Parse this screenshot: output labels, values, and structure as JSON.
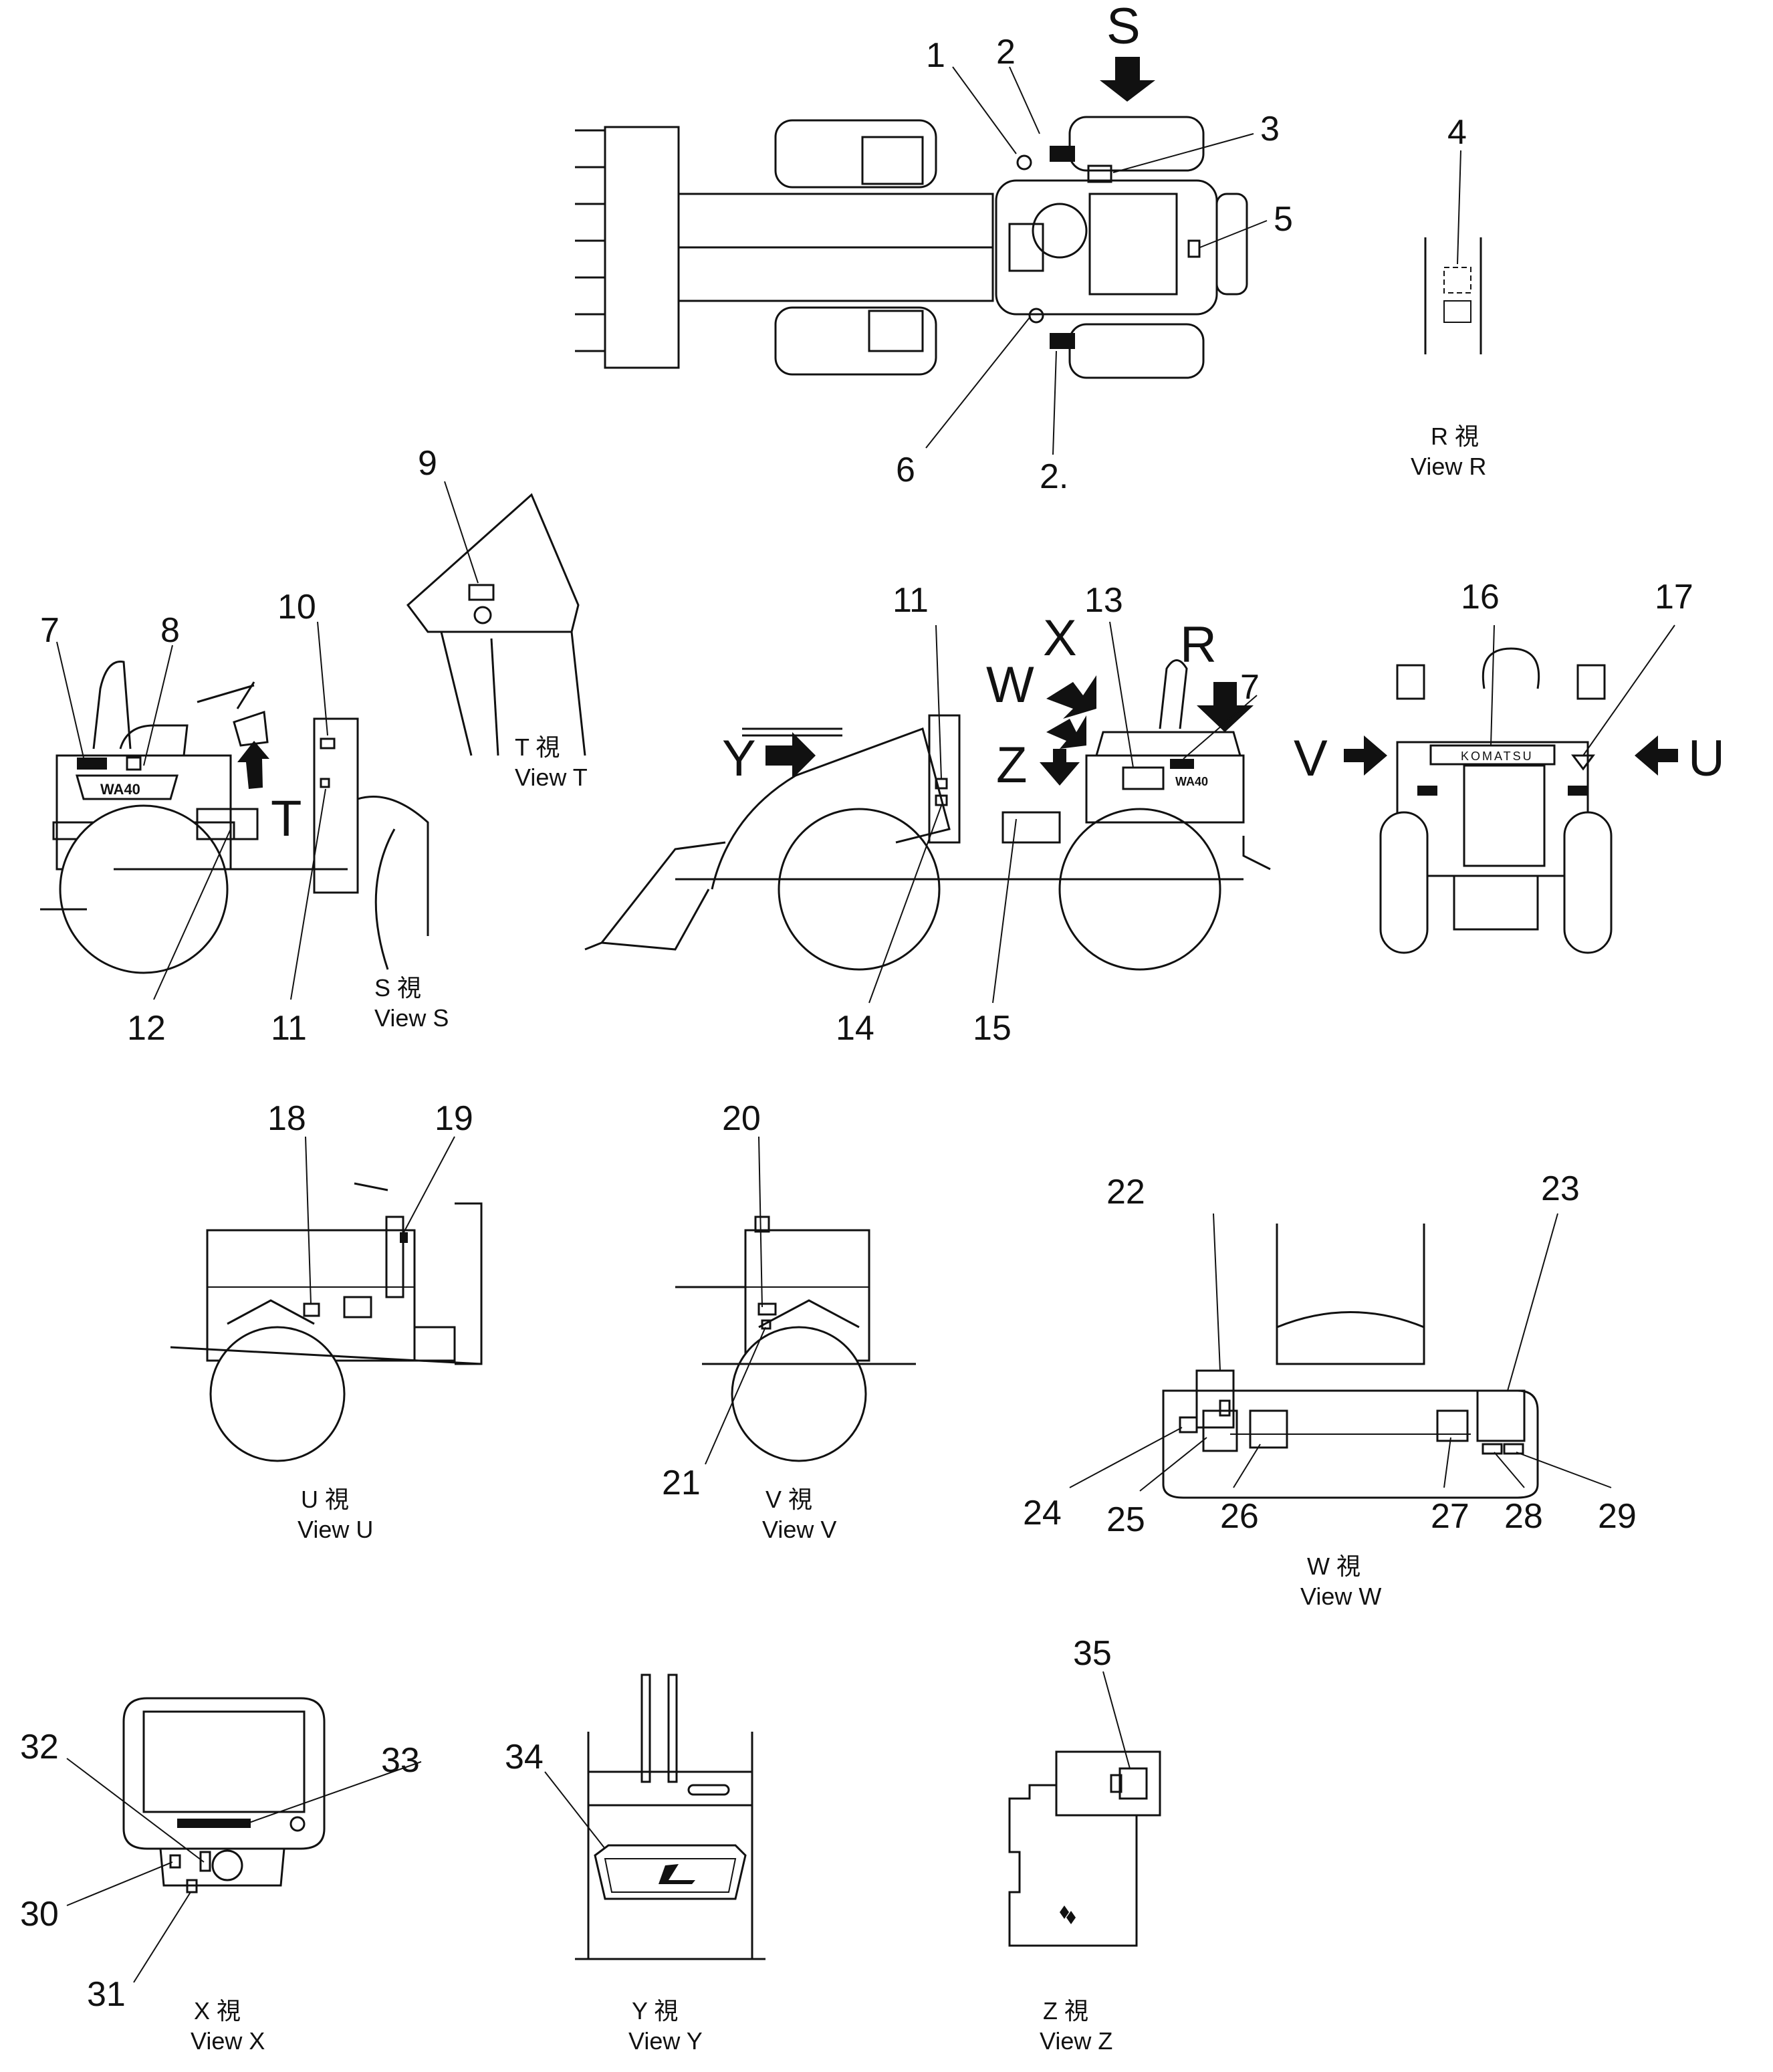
{
  "callouts": [
    "1",
    "2",
    "3",
    "4",
    "5",
    "6",
    "2.",
    "9",
    "10",
    "7",
    "8",
    "12",
    "11",
    "11",
    "13",
    "7",
    "14",
    "15",
    "16",
    "17",
    "18",
    "19",
    "20",
    "21",
    "22",
    "23",
    "24",
    "25",
    "26",
    "27",
    "28",
    "29",
    "30",
    "31",
    "32",
    "33",
    "34",
    "35"
  ],
  "view_letters": {
    "S": "S",
    "T": "T",
    "R": "R",
    "X": "X",
    "W": "W",
    "Y": "Y",
    "Z": "Z",
    "V": "V",
    "U": "U"
  },
  "views": {
    "R": {
      "line1": "R 視",
      "line2": "View R"
    },
    "S": {
      "line1": "S 視",
      "line2": "View S"
    },
    "T": {
      "line1": "T 視",
      "line2": "View T"
    },
    "U": {
      "line1": "U 視",
      "line2": "View U"
    },
    "V": {
      "line1": "V 視",
      "line2": "View V"
    },
    "W": {
      "line1": "W 視",
      "line2": "View W"
    },
    "X": {
      "line1": "X 視",
      "line2": "View X"
    },
    "Y": {
      "line1": "Y 視",
      "line2": "View Y"
    },
    "Z": {
      "line1": "Z 視",
      "line2": "View Z"
    }
  },
  "labels": {
    "brand": "KOMATSU",
    "model_badge": "WA40"
  }
}
